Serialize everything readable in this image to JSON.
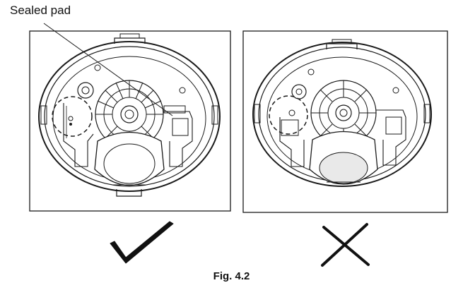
{
  "figure": {
    "callout_label": "Sealed pad",
    "caption": "Fig. 4.2"
  },
  "panels": [
    {
      "name": "correct-install-panel",
      "verdict": "correct",
      "mark_icon": "check-mark-icon"
    },
    {
      "name": "incorrect-install-panel",
      "verdict": "incorrect",
      "mark_icon": "cross-mark-icon"
    }
  ],
  "colors": {
    "line": "#1a1a1a",
    "background": "#ffffff"
  }
}
